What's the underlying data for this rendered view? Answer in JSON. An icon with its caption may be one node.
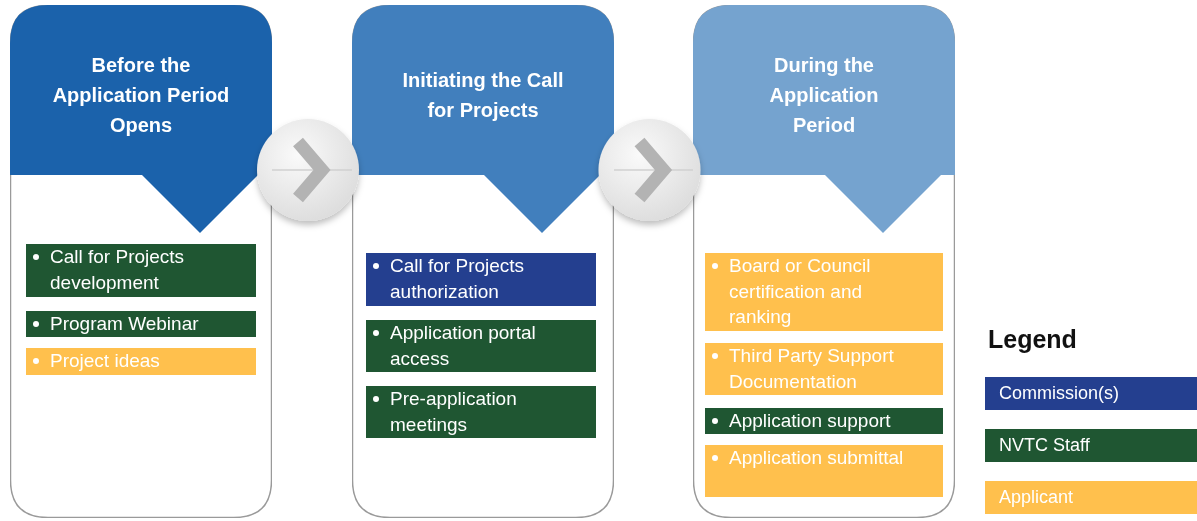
{
  "diagram": {
    "nodes": [
      {
        "text": [
          "Before the Application Period Opens"
        ]
      },
      {
        "text": [
          "Call for Projects development"
        ],
        "in": 0
      },
      {
        "text": [
          "Program Webinar"
        ],
        "in": 0
      },
      {
        "text": [
          "Project ideas"
        ],
        "in": 0
      },
      {
        "text": [
          "Initiating the Call for Projects"
        ]
      },
      {
        "text": [
          "Call for Projects authorization"
        ],
        "in": 4
      },
      {
        "text": [
          "Application portal access"
        ],
        "in": 4
      },
      {
        "text": [
          "Pre-application meetings"
        ],
        "in": 4
      },
      {
        "text": [
          "During the Application Period"
        ]
      },
      {
        "text": [
          "Board or Council certification and ranking"
        ],
        "in": 8
      },
      {
        "text": [
          "Third Party Support Documentation"
        ],
        "in": 8
      },
      {
        "text": [
          "Application support"
        ],
        "in": 8
      },
      {
        "text": [
          "Application submittal"
        ],
        "in": 8
      }
    ],
    "edges": [
      {
        "from": 0,
        "to": 4,
        "arrow": "to"
      },
      {
        "from": 4,
        "to": 8,
        "arrow": "to"
      }
    ],
    "labels": [
      "Legend"
    ],
    "legend": [
      {
        "text": "Commission(s)",
        "color": "#243f8f"
      },
      {
        "text": "NVTC Staff",
        "color": "#1f5632"
      },
      {
        "text": "Applicant",
        "color": "#ffc04d"
      }
    ]
  }
}
